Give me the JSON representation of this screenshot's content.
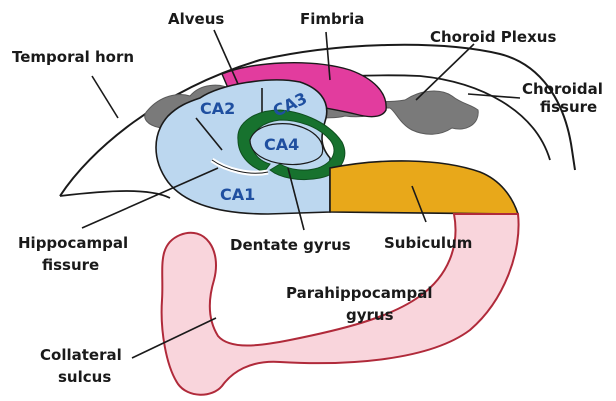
{
  "labels": {
    "temporal_horn": "Temporal horn",
    "alveus": "Alveus",
    "fimbria": "Fimbria",
    "choroid_plexus": "Choroid Plexus",
    "choroidal_fissure_line1": "Choroidal",
    "choroidal_fissure_line2": "fissure",
    "hippocampal_fissure_line1": "Hippocampal",
    "hippocampal_fissure_line2": "fissure",
    "dentate_gyrus": "Dentate gyrus",
    "subiculum": "Subiculum",
    "parahippocampal_line1": "Parahippocampal",
    "parahippocampal_line2": "gyrus",
    "collateral_sulcus_line1": "Collateral",
    "collateral_sulcus_line2": "sulcus"
  },
  "regions": {
    "ca1": "CA1",
    "ca2": "CA2",
    "ca3": "CA3",
    "ca4": "CA4"
  },
  "colors": {
    "cornu_ammonis": "#bcd7ef",
    "region_text": "#1f4fa0",
    "dentate": "#17722e",
    "fimbria": "#e23c9e",
    "choroid_plexus": "#7a7a7a",
    "subiculum": "#e8a81a",
    "parahippocampal": "#f9d5dc",
    "parahippocampal_outline": "#b02a3a",
    "outline": "#1a1a1a"
  }
}
